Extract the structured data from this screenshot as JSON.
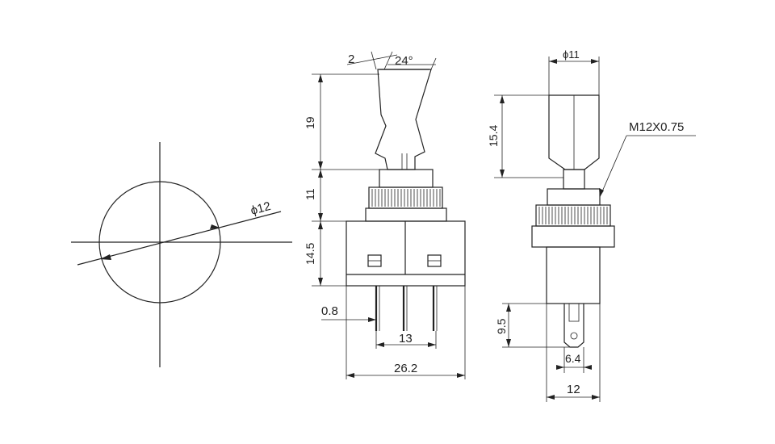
{
  "dimensions": {
    "diameter_12": "ϕ12",
    "angle_2": "2",
    "angle_24": "24°",
    "height_19": "19",
    "height_11": "11",
    "height_14_5": "14.5",
    "pin_0_8": "0.8",
    "pitch_13": "13",
    "width_26_2": "26.2",
    "diameter_11": "ϕ11",
    "height_15_4": "15.4",
    "thread": "M12X0.75",
    "pin_9_5": "9.5",
    "pin_6_4": "6.4",
    "width_12": "12"
  }
}
